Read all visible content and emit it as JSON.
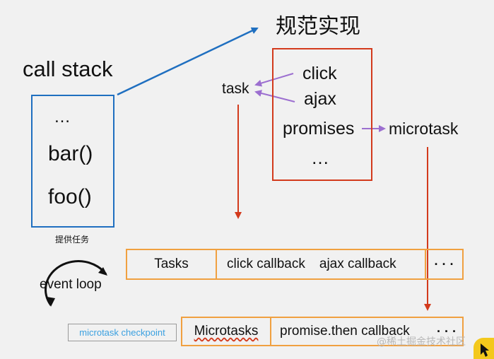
{
  "title": "规范实现",
  "call_stack": {
    "label": "call stack",
    "frames": [
      "…",
      "bar()",
      "foo()"
    ]
  },
  "provide_tasks_label": "提供任务",
  "event_loop_label": "event loop",
  "task_label": "task",
  "sources": [
    "click",
    "ajax",
    "promises",
    "…"
  ],
  "microtask_label": "microtask",
  "tasks_queue": {
    "head": "Tasks",
    "items": [
      "click callback",
      "ajax callback"
    ],
    "more": "· · ·"
  },
  "microtask_checkpoint_label": "microtask checkpoint",
  "microtasks_queue": {
    "head": "Microtasks",
    "items": [
      "promise.then callback"
    ],
    "more": "· · ·"
  },
  "watermark": "@稀土掘金技术社区",
  "colors": {
    "blue": "#1f6fc0",
    "red": "#d33a1c",
    "orange": "#f0a040",
    "purple": "#9c6fd0",
    "checkpoint_text": "#3aa0e0"
  }
}
